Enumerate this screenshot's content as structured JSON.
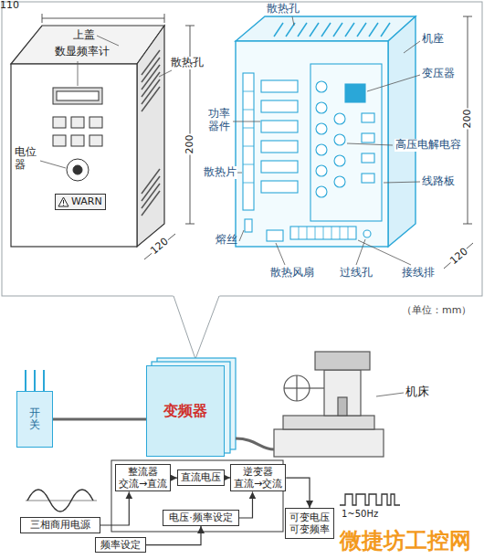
{
  "diagram": {
    "nodes": [
      {
        "text": [
          "WARN"
        ]
      },
      {
        "text": [
          "开关"
        ]
      },
      {
        "text": [
          "变频器"
        ]
      },
      {
        "text": [
          "整流器",
          "交流→直流"
        ]
      },
      {
        "text": [
          "直流电压"
        ]
      },
      {
        "text": [
          "逆变器",
          "直流→交流"
        ]
      },
      {
        "text": [
          "三相商用电源"
        ]
      },
      {
        "text": [
          "电压·频率设定"
        ]
      },
      {
        "text": [
          "频率设定"
        ]
      },
      {
        "text": [
          "可变电压 可变频率"
        ]
      }
    ],
    "edges": [
      {
        "from": 6,
        "to": 3,
        "arrow": "to"
      },
      {
        "from": 3,
        "to": 4,
        "arrow": "to"
      },
      {
        "from": 4,
        "to": 5,
        "arrow": "to"
      },
      {
        "from": 8,
        "to": 7,
        "arrow": "to"
      },
      {
        "from": 7,
        "to": 5,
        "arrow": "to"
      },
      {
        "from": 5,
        "to": 9,
        "arrow": "to"
      },
      {
        "from": 1,
        "to": 2,
        "arrow": "none"
      }
    ],
    "labels": [
      "110",
      "上盖",
      "数显频率计",
      "电位器",
      "散热孔",
      "200",
      "功率器件",
      "散热片",
      "熔丝",
      "120",
      "散热孔",
      "机座",
      "变压器",
      "高压电解电容",
      "线路板",
      "200",
      "120",
      "散热风扇",
      "过线孔",
      "接线排",
      "（单位：mm）",
      "机床",
      "1~50Hz",
      "微捷坊工控网"
    ]
  }
}
